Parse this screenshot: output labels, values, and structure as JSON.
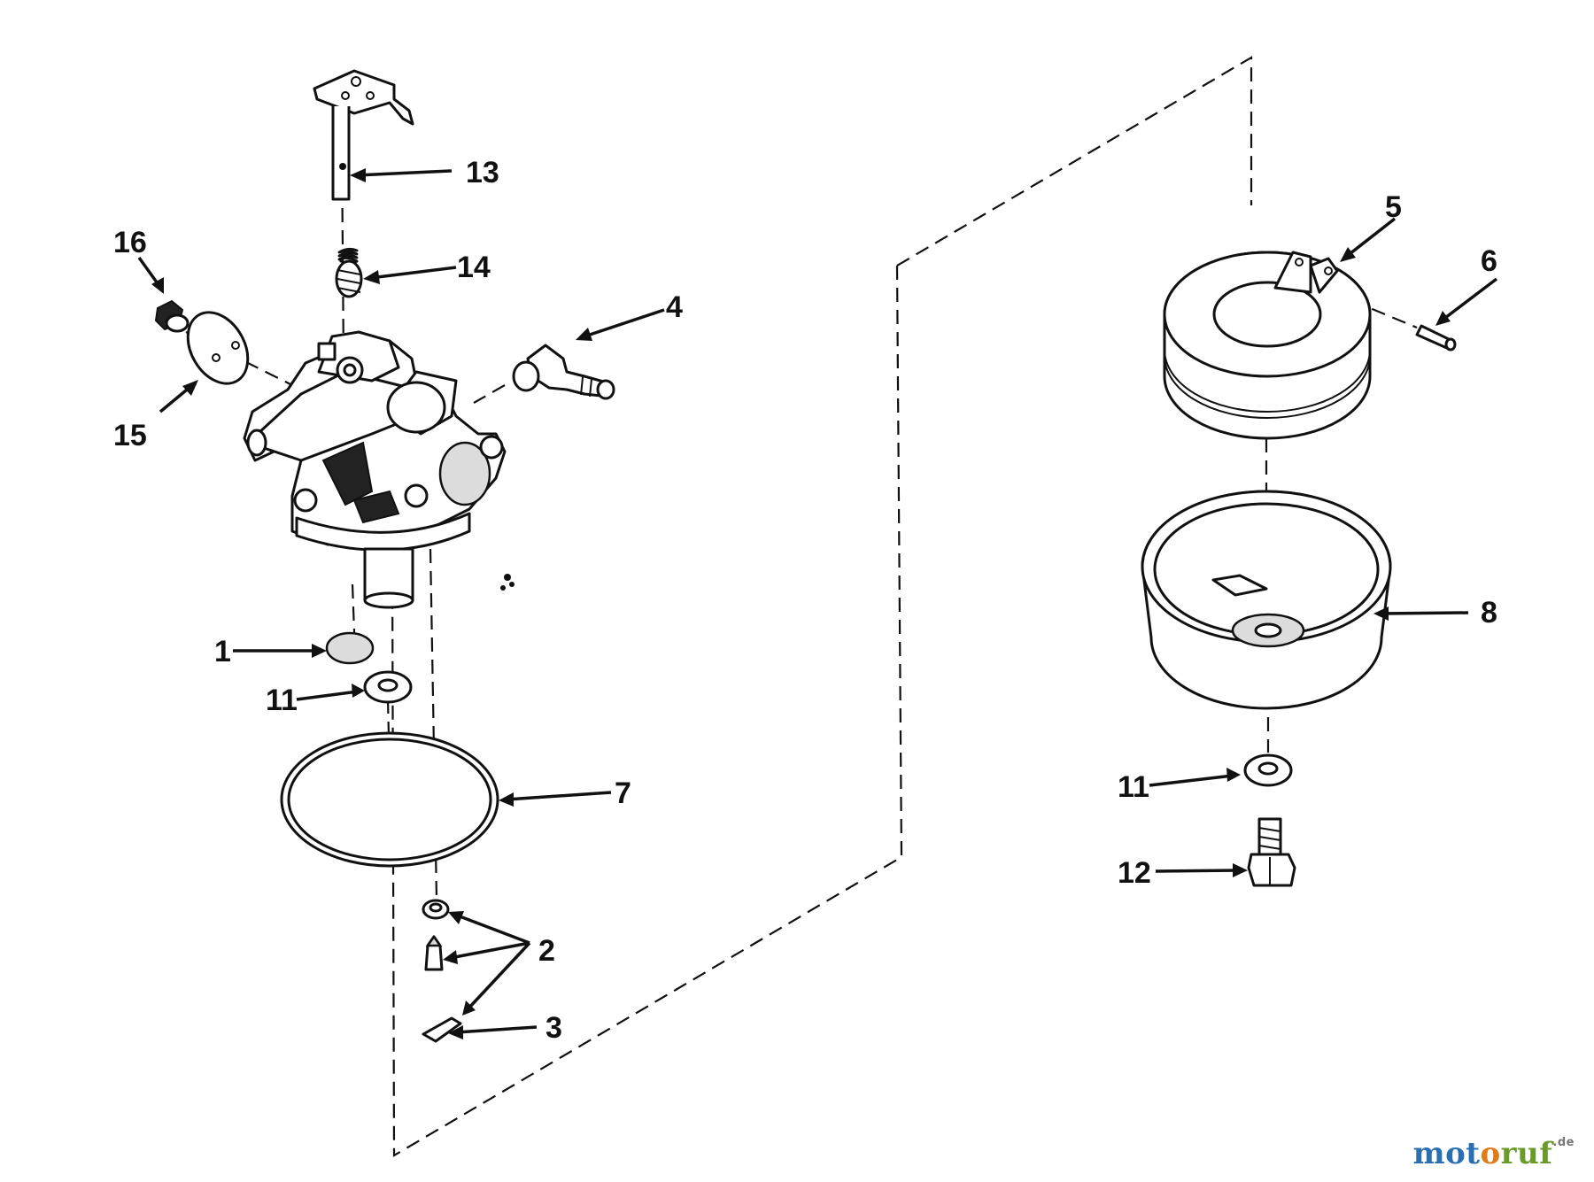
{
  "callouts": {
    "c1": "1",
    "c2": "2",
    "c3": "3",
    "c4": "4",
    "c5": "5",
    "c6": "6",
    "c7": "7",
    "c8": "8",
    "c11a": "11",
    "c11b": "11",
    "c12": "12",
    "c13": "13",
    "c14": "14",
    "c15": "15",
    "c16": "16"
  },
  "watermark": {
    "part_a": "mot",
    "part_b": "o",
    "part_c": "ruf",
    "suffix": ".de"
  }
}
